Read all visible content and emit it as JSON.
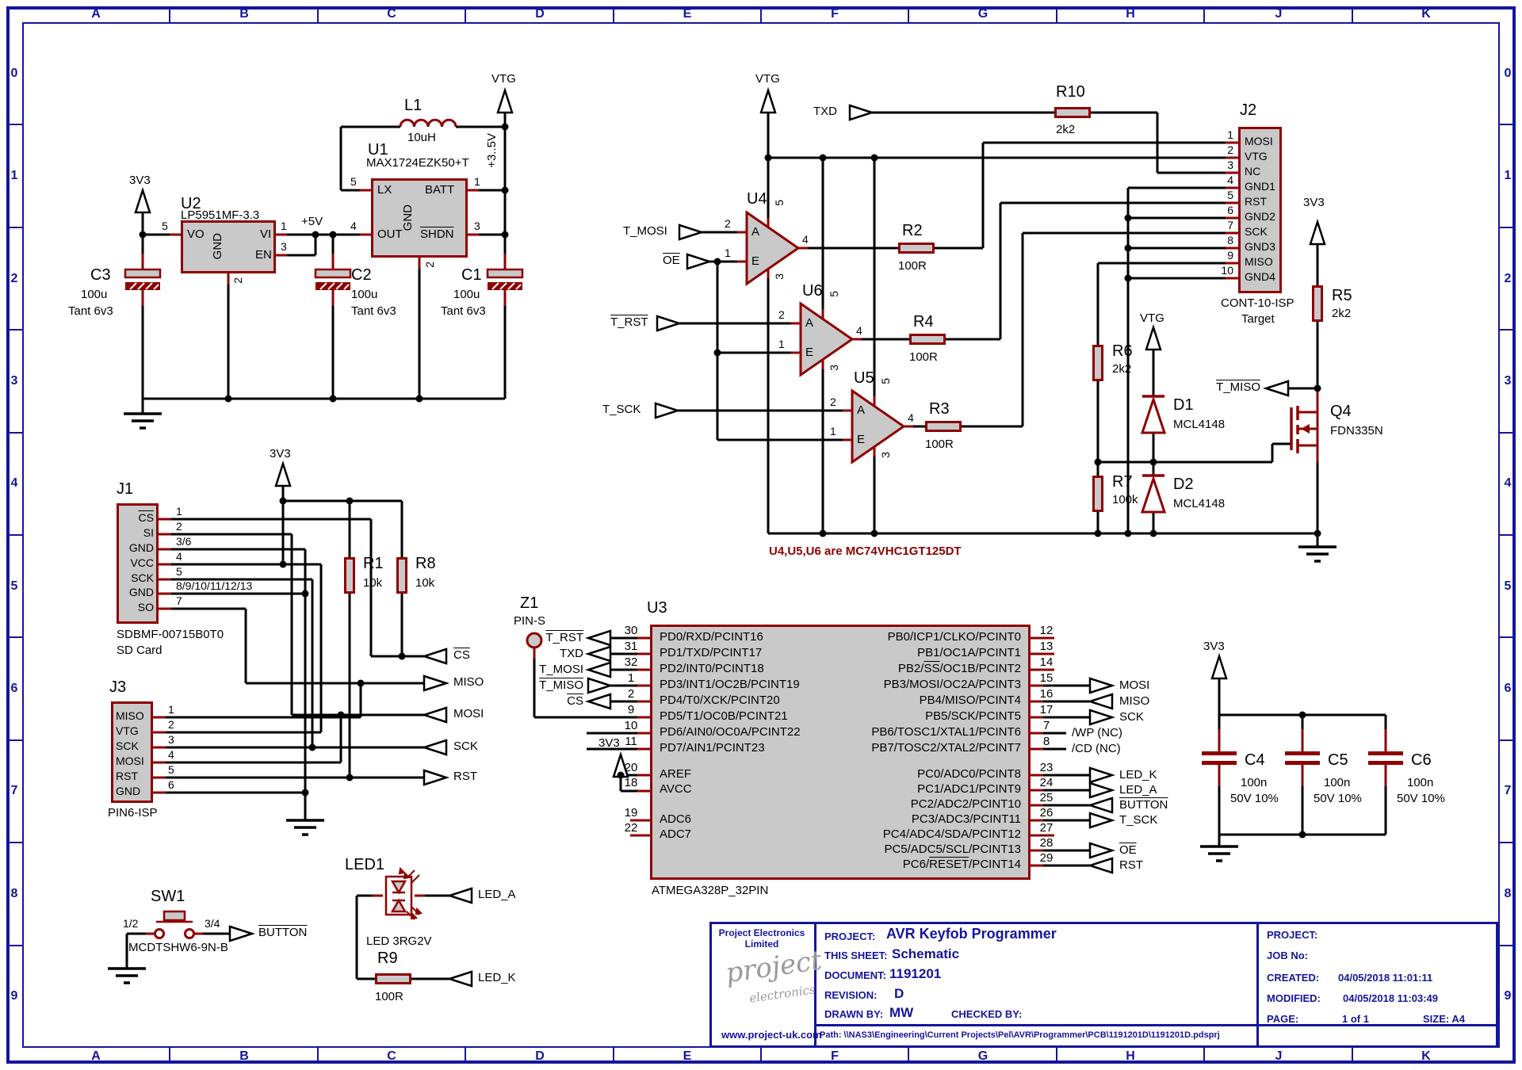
{
  "grid": {
    "letters": [
      "A",
      "B",
      "C",
      "D",
      "E",
      "F",
      "G",
      "H",
      "J",
      "K"
    ],
    "numbers": [
      "0",
      "1",
      "2",
      "3",
      "4",
      "5",
      "6",
      "7",
      "8",
      "9"
    ]
  },
  "nets": {
    "v3": "3V3",
    "v5": "+5V",
    "vtg": "VTG",
    "range": "+3..5V"
  },
  "u1": {
    "ref": "U1",
    "part": "MAX1724EZK50+T",
    "lx": "LX",
    "out": "OUT",
    "gnd": "GND",
    "batt": "BATT",
    "shdn": "SHDN",
    "n_lx": "5",
    "n_out": "4",
    "n_batt": "1",
    "n_shdn": "3",
    "n_gnd": "2"
  },
  "u2": {
    "ref": "U2",
    "part": "LP5951MF-3.3",
    "vo": "VO",
    "vi": "VI",
    "en": "EN",
    "gnd": "GND",
    "n_vo": "5",
    "n_vi": "1",
    "n_en": "3",
    "n_gnd": "2"
  },
  "l1": {
    "ref": "L1",
    "val": "10uH"
  },
  "res": {
    "r1": {
      "ref": "R1",
      "val": "10k"
    },
    "r2": {
      "ref": "R2",
      "val": "100R"
    },
    "r3": {
      "ref": "R3",
      "val": "100R"
    },
    "r4": {
      "ref": "R4",
      "val": "100R"
    },
    "r5": {
      "ref": "R5",
      "val": "2k2"
    },
    "r6": {
      "ref": "R6",
      "val": "2k2"
    },
    "r7": {
      "ref": "R7",
      "val": "100k"
    },
    "r8": {
      "ref": "R8",
      "val": "10k"
    },
    "r9": {
      "ref": "R9",
      "val": "100R"
    },
    "r10": {
      "ref": "R10",
      "val": "2k2"
    }
  },
  "caps": {
    "c1": {
      "ref": "C1",
      "val": "100u",
      "type": "Tant 6v3"
    },
    "c2": {
      "ref": "C2",
      "val": "100u",
      "type": "Tant 6v3"
    },
    "c3": {
      "ref": "C3",
      "val": "100u",
      "type": "Tant 6v3"
    },
    "c4": {
      "ref": "C4",
      "val": "100n",
      "rating": "50V 10%"
    },
    "c5": {
      "ref": "C5",
      "val": "100n",
      "rating": "50V 10%"
    },
    "c6": {
      "ref": "C6",
      "val": "100n",
      "rating": "50V 10%"
    }
  },
  "bufs": {
    "u4": "U4",
    "u5": "U5",
    "u6": "U6",
    "a": "A",
    "e": "E",
    "n_a": "2",
    "n_e": "1",
    "n_o": "4",
    "n_v": "5",
    "n_g": "3",
    "note": "U4,U5,U6 are MC74VHC1GT125DT"
  },
  "d1": {
    "ref": "D1",
    "part": "MCL4148"
  },
  "d2": {
    "ref": "D2",
    "part": "MCL4148"
  },
  "q4": {
    "ref": "Q4",
    "part": "FDN335N"
  },
  "z1": {
    "ref": "Z1",
    "part": "PIN-S"
  },
  "led": {
    "ref": "LED1",
    "part": "LED 3RG2V"
  },
  "sw": {
    "ref": "SW1",
    "part": "MCDTSHW6-9N-B",
    "p1": "1/2",
    "p2": "3/4"
  },
  "ports": {
    "t_mosi": "T_MOSI",
    "oe": "OE",
    "t_rst": "T_RST",
    "t_sck": "T_SCK",
    "txd": "TXD",
    "t_miso": "T_MISO",
    "cs": "CS",
    "miso": "MISO",
    "mosi": "MOSI",
    "sck": "SCK",
    "rst": "RST",
    "button": "BUTTON",
    "led_a": "LED_A",
    "led_k": "LED_K",
    "wp": "/WP (NC)",
    "cd": "/CD (NC)"
  },
  "j1": {
    "ref": "J1",
    "part": "SDBMF-00715B0T0",
    "desc": "SD Card",
    "pins": [
      {
        "n": "1",
        "t": "CS"
      },
      {
        "n": "2",
        "t": "SI"
      },
      {
        "n": "3/6",
        "t": "GND"
      },
      {
        "n": "4",
        "t": "VCC"
      },
      {
        "n": "5",
        "t": "SCK"
      },
      {
        "n": "8/9/10/11/12/13",
        "t": "GND"
      },
      {
        "n": "7",
        "t": "SO"
      }
    ]
  },
  "j2": {
    "ref": "J2",
    "part": "CONT-10-ISP",
    "desc": "Target",
    "pins": [
      {
        "n": "1",
        "t": "MOSI"
      },
      {
        "n": "2",
        "t": "VTG"
      },
      {
        "n": "3",
        "t": "NC"
      },
      {
        "n": "4",
        "t": "GND1"
      },
      {
        "n": "5",
        "t": "RST"
      },
      {
        "n": "6",
        "t": "GND2"
      },
      {
        "n": "7",
        "t": "SCK"
      },
      {
        "n": "8",
        "t": "GND3"
      },
      {
        "n": "9",
        "t": "MISO"
      },
      {
        "n": "10",
        "t": "GND4"
      }
    ]
  },
  "j3": {
    "ref": "J3",
    "part": "PIN6-ISP",
    "pins": [
      {
        "n": "1",
        "t": "MISO"
      },
      {
        "n": "2",
        "t": "VTG"
      },
      {
        "n": "3",
        "t": "SCK"
      },
      {
        "n": "4",
        "t": "MOSI"
      },
      {
        "n": "5",
        "t": "RST"
      },
      {
        "n": "6",
        "t": "GND"
      }
    ]
  },
  "u3": {
    "ref": "U3",
    "part": "ATMEGA328P_32PIN",
    "left_pins": [
      {
        "n": "30",
        "t": "PD0/RXD/PCINT16"
      },
      {
        "n": "31",
        "t": "PD1/TXD/PCINT17"
      },
      {
        "n": "32",
        "t": "PD2/INT0/PCINT18"
      },
      {
        "n": "1",
        "t": "PD3/INT1/OC2B/PCINT19"
      },
      {
        "n": "2",
        "t": "PD4/T0/XCK/PCINT20"
      },
      {
        "n": "9",
        "t": "PD5/T1/OC0B/PCINT21"
      },
      {
        "n": "10",
        "t": "PD6/AIN0/OC0A/PCINT22"
      },
      {
        "n": "11",
        "t": "PD7/AIN1/PCINT23"
      },
      {
        "n": "20",
        "t": "AREF"
      },
      {
        "n": "18",
        "t": "AVCC"
      },
      {
        "n": "19",
        "t": "ADC6"
      },
      {
        "n": "22",
        "t": "ADC7"
      }
    ],
    "right_pins": [
      {
        "n": "12",
        "t": "PB0/ICP1/CLKO/PCINT0"
      },
      {
        "n": "13",
        "t": "PB1/OC1A/PCINT1"
      },
      {
        "n": "14",
        "pre": "PB2/",
        "ovl": "SS",
        "post": "/OC1B/PCINT2"
      },
      {
        "n": "15",
        "t": "PB3/MOSI/OC2A/PCINT3"
      },
      {
        "n": "16",
        "t": "PB4/MISO/PCINT4"
      },
      {
        "n": "17",
        "t": "PB5/SCK/PCINT5"
      },
      {
        "n": "7",
        "t": "PB6/TOSC1/XTAL1/PCINT6"
      },
      {
        "n": "8",
        "t": "PB7/TOSC2/XTAL2/PCINT7"
      },
      {
        "n": "23",
        "t": "PC0/ADC0/PCINT8"
      },
      {
        "n": "24",
        "t": "PC1/ADC1/PCINT9"
      },
      {
        "n": "25",
        "t": "PC2/ADC2/PCINT10"
      },
      {
        "n": "26",
        "t": "PC3/ADC3/PCINT11"
      },
      {
        "n": "27",
        "t": "PC4/ADC4/SDA/PCINT12"
      },
      {
        "n": "28",
        "t": "PC5/ADC5/SCL/PCINT13"
      },
      {
        "n": "29",
        "pre": "PC6/",
        "ovl": "RESET",
        "post": "/PCINT14"
      }
    ]
  },
  "title": {
    "company": "Project Electronics Limited",
    "url": "www.project-uk.com",
    "script1": "project",
    "script2": "electronics",
    "project_l": "PROJECT:",
    "project": "AVR Keyfob Programmer",
    "sheet_l": "THIS SHEET:",
    "sheet": "Schematic",
    "doc_l": "DOCUMENT:",
    "doc": "1191201",
    "rev_l": "REVISION:",
    "rev": "D",
    "drawn_l": "DRAWN BY:",
    "drawn": "MW",
    "checked_l": "CHECKED BY:",
    "path": "Path: \\\\NAS3\\Engineering\\Current  Projects\\Pel\\AVR\\Programmer\\PCB\\1191201D\\1191201D.pdsprj",
    "project2_l": "PROJECT:",
    "job_l": "JOB No:",
    "created_l": "CREATED:",
    "created": "04/05/2018  11:01:11",
    "modified_l": "MODIFIED:",
    "modified": "04/05/2018  11:03:49",
    "page_l": "PAGE:",
    "page": "1  of  1",
    "size": "SIZE: A4"
  }
}
